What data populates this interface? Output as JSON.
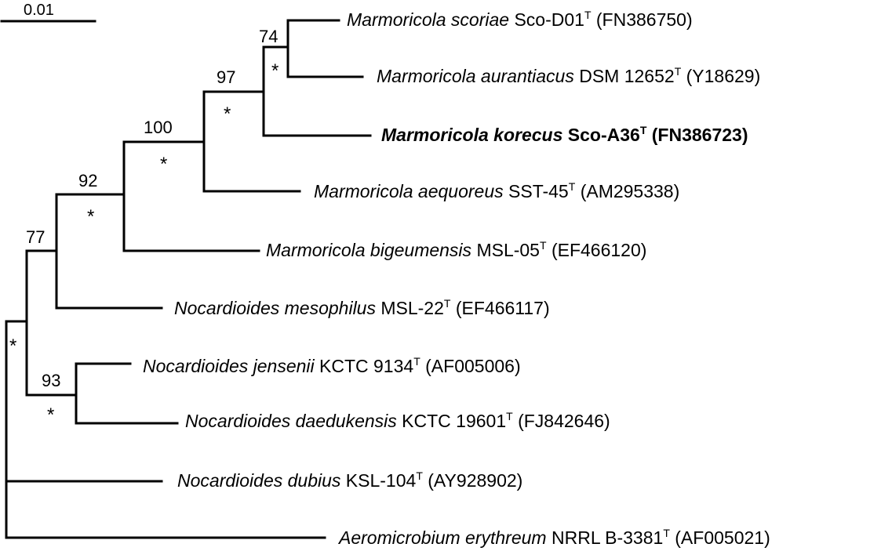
{
  "scale_bar": {
    "label": "0.01"
  },
  "taxa": [
    {
      "genus_species": "Marmoricola scoriae",
      "strain": "Sco-D01",
      "type_mark": "T",
      "accession": "(FN386750)",
      "bold": false
    },
    {
      "genus_species": "Marmoricola aurantiacus",
      "strain": "DSM 12652",
      "type_mark": "T",
      "accession": "(Y18629)",
      "bold": false
    },
    {
      "genus_species": "Marmoricola korecus",
      "strain": "Sco-A36",
      "type_mark": "T",
      "accession": "(FN386723)",
      "bold": true
    },
    {
      "genus_species": "Marmoricola aequoreus",
      "strain": "SST-45",
      "type_mark": "T",
      "accession": "(AM295338)",
      "bold": false
    },
    {
      "genus_species": "Marmoricola bigeumensis",
      "strain": "MSL-05",
      "type_mark": "T",
      "accession": "(EF466120)",
      "bold": false
    },
    {
      "genus_species": "Nocardioides mesophilus",
      "strain": "MSL-22",
      "type_mark": "T",
      "accession": "(EF466117)",
      "bold": false
    },
    {
      "genus_species": "Nocardioides jensenii",
      "strain": "KCTC 9134",
      "type_mark": "T",
      "accession": "(AF005006)",
      "bold": false
    },
    {
      "genus_species": "Nocardioides daedukensis",
      "strain": "KCTC 19601",
      "type_mark": "T",
      "accession": "(FJ842646)",
      "bold": false
    },
    {
      "genus_species": "Nocardioides dubius",
      "strain": "KSL-104",
      "type_mark": "T",
      "accession": "(AY928902)",
      "bold": false
    },
    {
      "genus_species": "Aeromicrobium erythreum",
      "strain": "NRRL B-3381",
      "type_mark": "T",
      "accession": "(AF005021)",
      "bold": false
    }
  ],
  "bootstrap": {
    "n74": "74",
    "n97": "97",
    "n100": "100",
    "n92": "92",
    "n77": "77",
    "n93": "93"
  },
  "node_marker": "*"
}
